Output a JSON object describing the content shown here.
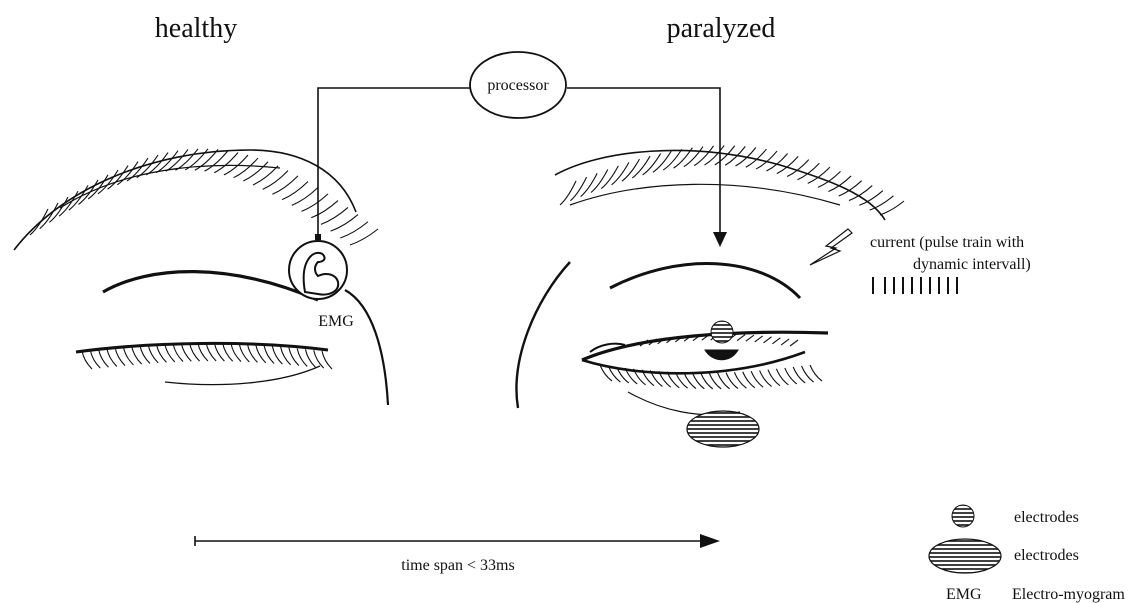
{
  "titles": {
    "left": "healthy",
    "right": "paralyzed"
  },
  "processor": {
    "label": "processor"
  },
  "emg_sensor": {
    "label": "EMG",
    "icon": "flexed-arm-icon"
  },
  "stimulation": {
    "icon": "lightning-bolt-icon",
    "line1": "current (pulse train with",
    "line2": "dynamic intervall)",
    "pulse_count": 10
  },
  "timeline": {
    "label": "time span < 33ms"
  },
  "legend": {
    "items": [
      {
        "symbol": "small-electrode",
        "label": "electrodes"
      },
      {
        "symbol": "large-electrode",
        "label": "electrodes"
      },
      {
        "symbol": "EMG",
        "label": "Electro-myogram"
      }
    ]
  }
}
